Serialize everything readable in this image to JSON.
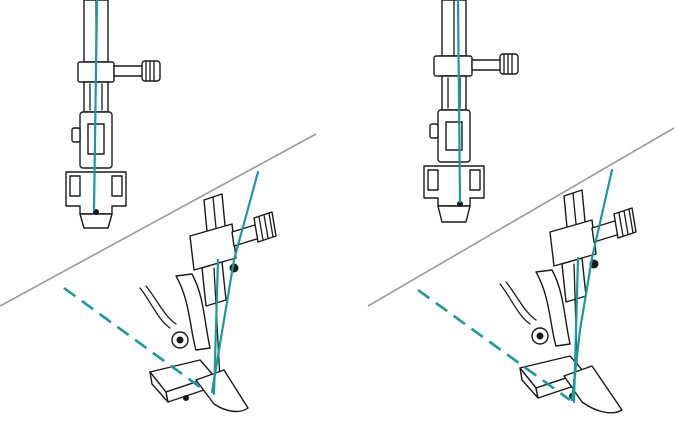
{
  "colors": {
    "thread": "#1a9a9a",
    "ink": "#1a1a1a",
    "fabric_edge": "#9a9a9a",
    "background": "#ffffff"
  },
  "panels": [
    {
      "id": "left",
      "foot_view": "front",
      "needle_position": "center"
    },
    {
      "id": "right",
      "foot_view": "front",
      "needle_position": "right"
    }
  ],
  "icons": [
    "needle-bar-icon",
    "presser-foot-icon",
    "thread-icon",
    "fabric-edge-line",
    "seam-guide-dashed-line"
  ]
}
